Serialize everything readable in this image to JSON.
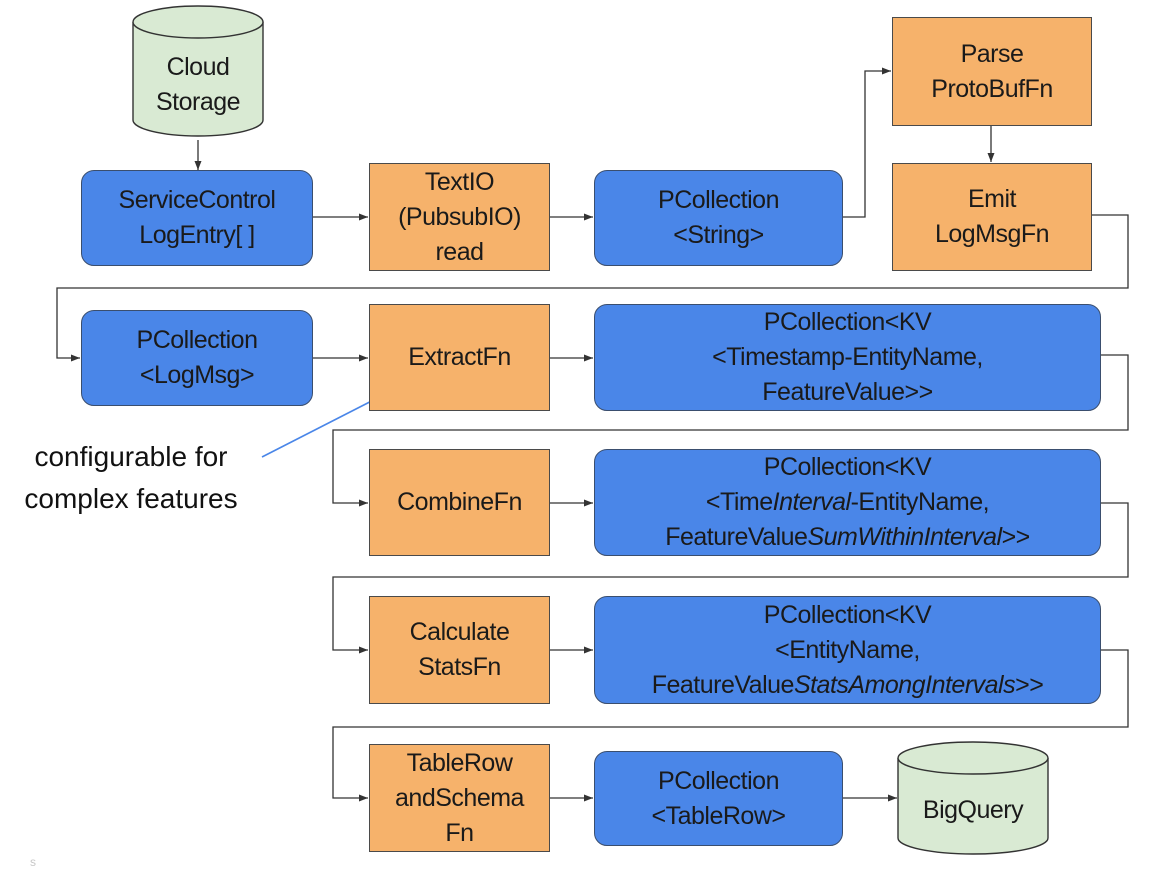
{
  "nodes": {
    "cloud_storage": [
      "Cloud",
      "Storage"
    ],
    "service_control": [
      "ServiceControl",
      "LogEntry[ ]"
    ],
    "textio": [
      "TextIO",
      "(PubsubIO)",
      "read"
    ],
    "pcoll_string": [
      "PCollection",
      "<String>"
    ],
    "parse_fn": [
      "Parse",
      "ProtoBufFn"
    ],
    "emit_fn": [
      "Emit",
      "LogMsgFn"
    ],
    "pcoll_logmsg": [
      "PCollection",
      "<LogMsg>"
    ],
    "extract_fn": [
      "ExtractFn"
    ],
    "pcoll_kv1": [
      "PCollection<KV",
      "<Timestamp-EntityName,",
      "FeatureValue>>"
    ],
    "combine_fn": [
      "CombineFn"
    ],
    "pcoll_kv2": {
      "line1": "PCollection<KV",
      "line2_pre": "<Time",
      "line2_em": "Interval",
      "line2_post": "-EntityName,",
      "line3_pre": "FeatureValue",
      "line3_em": "SumWithinInterval",
      "line3_post": ">>"
    },
    "calc_fn": [
      "Calculate",
      "StatsFn"
    ],
    "pcoll_kv3": {
      "line1": "PCollection<KV",
      "line2": "<EntityName,",
      "line3_pre": "FeatureValue",
      "line3_em": "StatsAmongIntervals",
      "line3_post": ">>"
    },
    "tablerow_fn": [
      "TableRow",
      "andSchema",
      "Fn"
    ],
    "pcoll_tablerow": [
      "PCollection",
      "<TableRow>"
    ],
    "bigquery": [
      "BigQuery"
    ]
  },
  "annotation": [
    "configurable for",
    "complex features"
  ],
  "corner_mark": "s",
  "colors": {
    "process_blue": "#4a86e8",
    "transform_orange": "#f6b26b",
    "storage_green": "#d9ead3",
    "annotation_arrow": "#4a86e8"
  }
}
